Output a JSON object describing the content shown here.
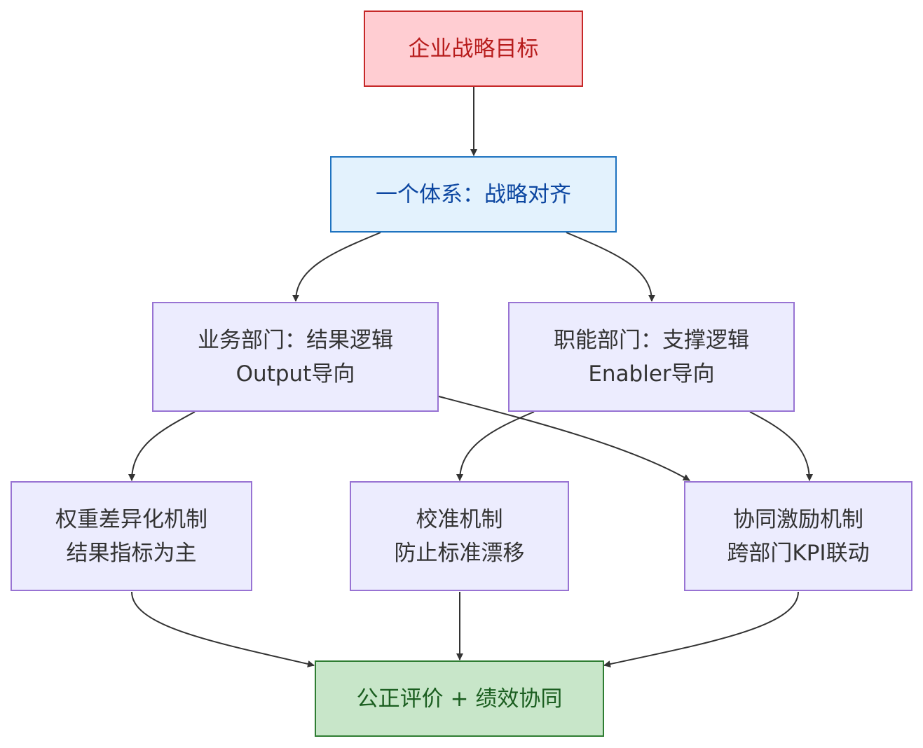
{
  "nodes": {
    "goal": {
      "line1": "企业战略目标"
    },
    "system": {
      "line1": "一个体系：战略对齐"
    },
    "business": {
      "line1": "业务部门：结果逻辑",
      "line2": "Output导向"
    },
    "functional": {
      "line1": "职能部门：支撑逻辑",
      "line2": "Enabler导向"
    },
    "weight": {
      "line1": "权重差异化机制",
      "line2": "结果指标为主"
    },
    "calibration": {
      "line1": "校准机制",
      "line2": "防止标准漂移"
    },
    "incentive": {
      "line1": "协同激励机制",
      "line2": "跨部门KPI联动"
    },
    "outcome": {
      "line1": "公正评价 + 绩效协同"
    }
  },
  "edges": [
    {
      "from": "goal",
      "to": "system"
    },
    {
      "from": "system",
      "to": "business"
    },
    {
      "from": "system",
      "to": "functional"
    },
    {
      "from": "business",
      "to": "weight"
    },
    {
      "from": "business",
      "to": "incentive"
    },
    {
      "from": "functional",
      "to": "calibration"
    },
    {
      "from": "functional",
      "to": "incentive"
    },
    {
      "from": "weight",
      "to": "outcome"
    },
    {
      "from": "calibration",
      "to": "outcome"
    },
    {
      "from": "incentive",
      "to": "outcome"
    }
  ],
  "colors": {
    "edge": "#333333",
    "default_fill": "#ececfe",
    "default_stroke": "#9873d3",
    "goal_fill": "#ffcdd2",
    "goal_stroke": "#c62828",
    "system_fill": "#e3f2fd",
    "system_stroke": "#1e73c0",
    "outcome_fill": "#c8e6c9",
    "outcome_stroke": "#2e7d32"
  }
}
